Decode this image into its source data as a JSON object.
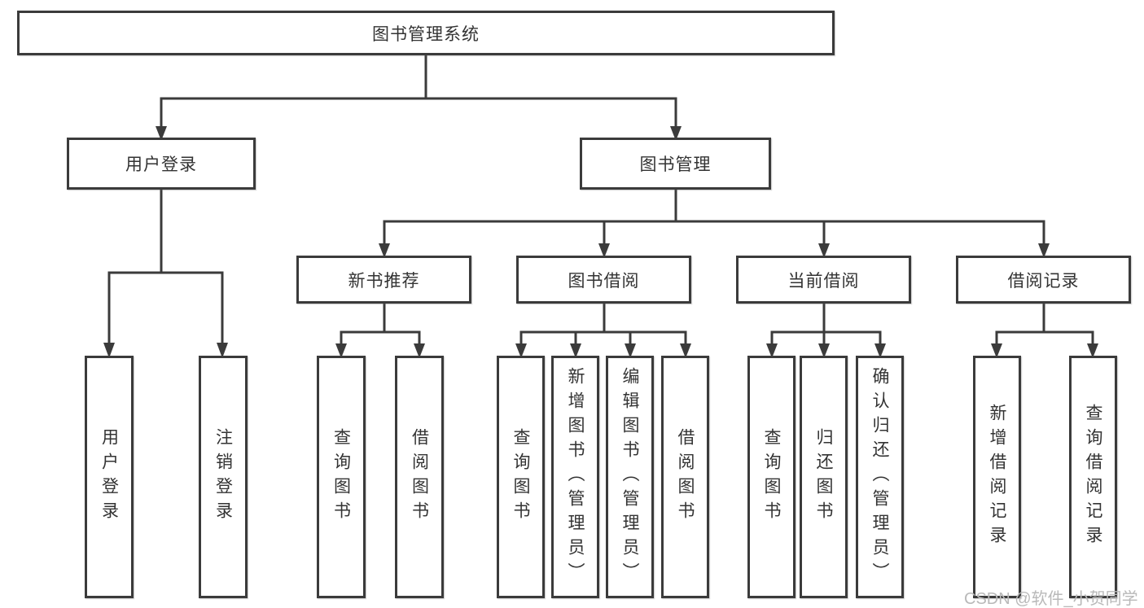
{
  "colors": {
    "line": "#3b3b3b",
    "text": "#333333",
    "box_fill": "#ffffff",
    "background": "#ffffff",
    "watermark": "#b9b9b9"
  },
  "watermark": {
    "text": "CSDN @软件_小贺同学"
  },
  "tree": {
    "label": "图书管理系统",
    "children": [
      {
        "label": "用户登录",
        "children": [
          {
            "label": "用户登录"
          },
          {
            "label": "注销登录"
          }
        ]
      },
      {
        "label": "图书管理",
        "children": [
          {
            "label": "新书推荐",
            "children": [
              {
                "label": "查询图书"
              },
              {
                "label": "借阅图书"
              }
            ]
          },
          {
            "label": "图书借阅",
            "children": [
              {
                "label": "查询图书"
              },
              {
                "label": "新增图书（管理员）"
              },
              {
                "label": "编辑图书（管理员）"
              },
              {
                "label": "借阅图书"
              }
            ]
          },
          {
            "label": "当前借阅",
            "children": [
              {
                "label": "查询图书"
              },
              {
                "label": "归还图书"
              },
              {
                "label": "确认归还（管理员）"
              }
            ]
          },
          {
            "label": "借阅记录",
            "children": [
              {
                "label": "新增借阅记录"
              },
              {
                "label": "查询借阅记录"
              }
            ]
          }
        ]
      }
    ]
  }
}
